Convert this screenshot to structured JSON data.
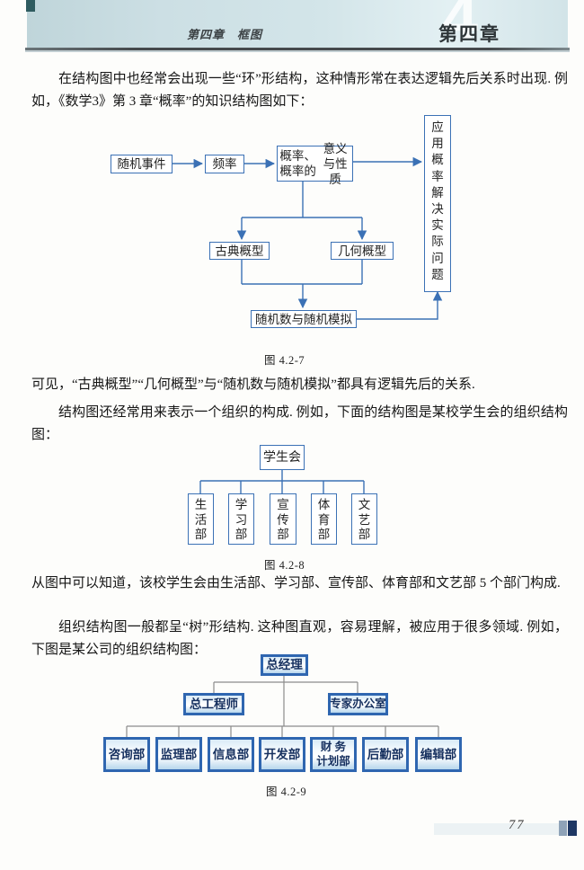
{
  "header": {
    "running_title": "第四章　框图",
    "chapter_label": "第四章",
    "watermark_numeral": "4"
  },
  "paragraphs": {
    "p1": "在结构图中也经常会出现一些“环”形结构，这种情形常在表达逻辑先后关系时出现. 例如，《数学3》第 3 章“概率”的知识结构图如下：",
    "p2a": "可见，“古典概型”“几何概型”与“随机数与随机模拟”都具有逻辑先后的关系.",
    "p2b": "结构图还经常用来表示一个组织的构成. 例如，下面的结构图是某校学生会的组织结构图：",
    "p3a": "从图中可以知道，该校学生会由生活部、学习部、宣传部、体育部和文艺部 5 个部门构成.",
    "p3b": "组织结构图一般都呈“树”形结构. 这种图直观，容易理解，被应用于很多领域. 例如，下图是某公司的组织结构图："
  },
  "fig427": {
    "caption": "图 4.2-7",
    "nodes": {
      "random_event": "随机事件",
      "frequency": "频率",
      "probability_l1": "概率、概率的",
      "probability_l2": "意义与性质",
      "classical": "古典概型",
      "geometric": "几何概型",
      "random_sim": "随机数与随机模拟",
      "apply": "应用概率解决实际问题"
    }
  },
  "fig428": {
    "caption": "图 4.2-8",
    "root": "学生会",
    "departments": [
      "生活部",
      "学习部",
      "宣传部",
      "体育部",
      "文艺部"
    ]
  },
  "fig429": {
    "caption": "图 4.2-9",
    "root": "总经理",
    "level2": [
      "总工程师",
      "专家办公室"
    ],
    "level3": [
      {
        "label": "咨询部"
      },
      {
        "label": "监理部"
      },
      {
        "label": "信息部"
      },
      {
        "label": "开发部"
      },
      {
        "label": "财 务",
        "label2": "计划部"
      },
      {
        "label": "后勤部"
      },
      {
        "label": "编辑部"
      }
    ]
  },
  "footer": {
    "page_number": "77"
  },
  "colors": {
    "diagram_blue": "#3b71b5",
    "org_box_border": "#2f66b0",
    "org_box_text": "#16305f",
    "org_line_gray": "#8c8c8c",
    "header_band": "#d3e5e9",
    "header_underline": "#45494c",
    "footer_square_dark": "#1f3864",
    "footer_square_light": "#8fa3b8"
  }
}
